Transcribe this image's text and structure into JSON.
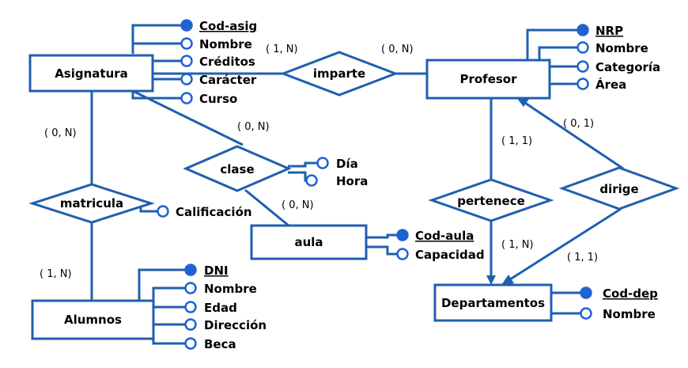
{
  "colors": {
    "line": "#1f5fb0",
    "key_dot": "#1f63d0",
    "background": "#ffffff"
  },
  "entities": {
    "asignatura": "Asignatura",
    "profesor": "Profesor",
    "alumnos": "Alumnos",
    "departamentos": "Departamentos",
    "aula": "aula"
  },
  "relationships": {
    "imparte": "imparte",
    "clase": "clase",
    "matricula": "matricula",
    "pertenece": "pertenece",
    "dirige": "dirige"
  },
  "attributes": {
    "asignatura": [
      "Cod-asig",
      "Nombre",
      "Créditos",
      "Carácter",
      "Curso"
    ],
    "profesor": [
      "NRP",
      "Nombre",
      "Categoría",
      "Área"
    ],
    "alumnos": [
      "DNI",
      "Nombre",
      "Edad",
      "Dirección",
      "Beca"
    ],
    "departamentos": [
      "Cod-dep",
      "Nombre"
    ],
    "aula": [
      "Cod-aula",
      "Capacidad"
    ],
    "clase": [
      "Día",
      "Hora"
    ],
    "matricula": [
      "Calificación"
    ]
  },
  "cardinalities": {
    "asignatura_imparte": "( 1, N)",
    "profesor_imparte": "( 0, N)",
    "asignatura_clase": "( 0, N)",
    "aula_clase": "( 0, N)",
    "asignatura_matricula": "( 0, N)",
    "alumnos_matricula": "( 1, N)",
    "profesor_pertenece": "( 1, 1)",
    "departamentos_pertenece": "( 1, N)",
    "profesor_dirige": "( 0, 1)",
    "departamentos_dirige": "( 1, 1)"
  }
}
